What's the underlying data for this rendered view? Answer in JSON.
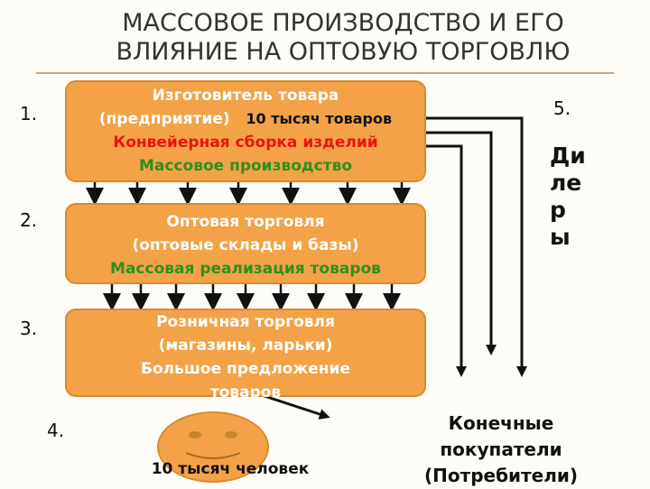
{
  "title": {
    "line1": "МАССОВОЕ ПРОИЗВОДСТВО И ЕГО",
    "line2": "ВЛИЯНИЕ НА ОПТОВУЮ ТОРГОВЛЮ"
  },
  "steps": [
    "1.",
    "2.",
    "3.",
    "4.",
    "5."
  ],
  "manufacturer": {
    "line1": "Изготовитель товара",
    "line2": "(предприятие)",
    "quantity": "10 тысяч товаров",
    "line3": "Конвейерная сборка изделий",
    "line4": "Массовое производство"
  },
  "wholesale": {
    "line1": "Оптовая торговля",
    "line2": "(оптовые склады и базы)",
    "line3": "Массовая реализация товаров"
  },
  "retail": {
    "line1": "Розничная торговля",
    "line2": "(магазины, ларьки)",
    "line3": "Большое предложение",
    "line4": "товаров"
  },
  "dealers": {
    "line1": "Ди",
    "line2": "ле",
    "line3": "р",
    "line4": "ы"
  },
  "consumers": {
    "line1": "Конечные",
    "line2": "покупатели",
    "line3": "(Потребители)"
  },
  "people": "10 тысяч человек",
  "colors": {
    "box_fill": "#f3a248",
    "red_text": "#e8160e",
    "green_text": "#2f8f1f",
    "arrow": "#111111"
  }
}
